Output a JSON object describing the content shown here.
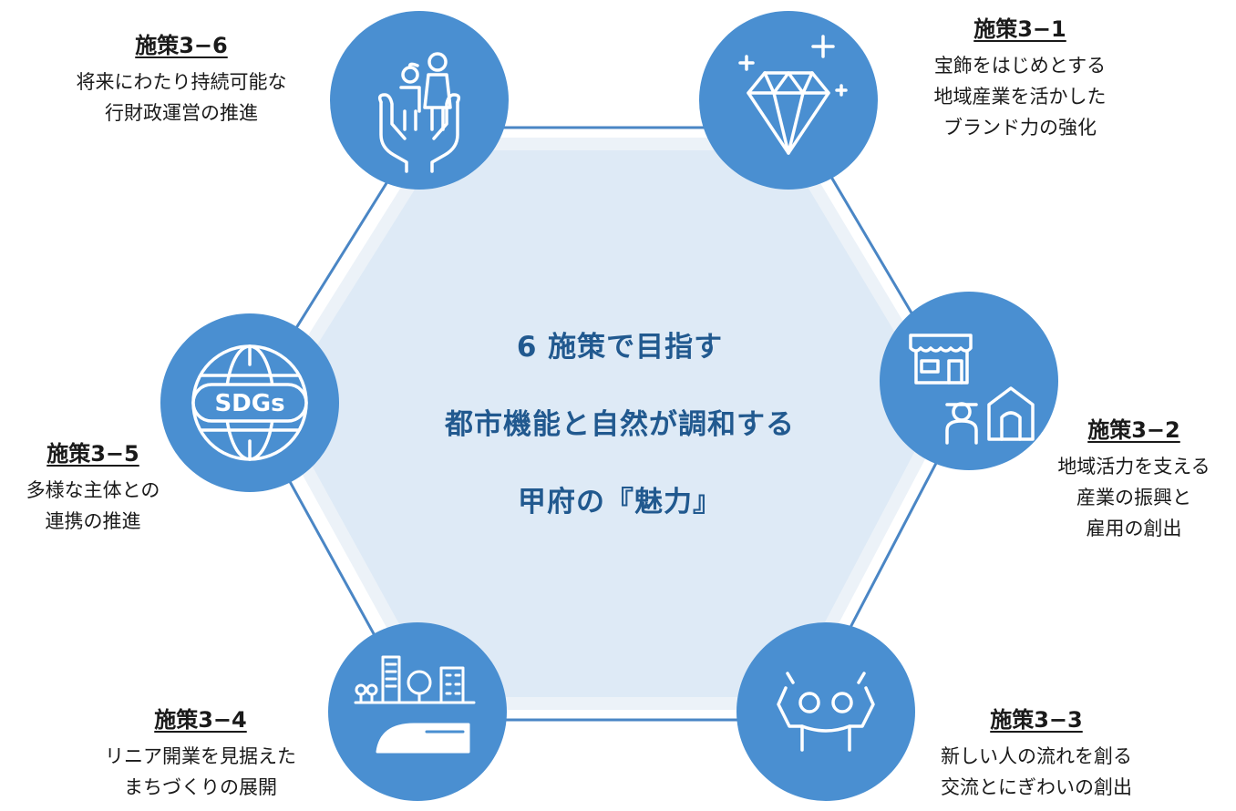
{
  "center": {
    "line1": "6 施策で目指す",
    "line2": "都市機能と自然が調和する",
    "line3": "甲府の『魅力』"
  },
  "policies": [
    {
      "title": "施策3−1",
      "lines": [
        "宝飾をはじめとする",
        "地域産業を活かした",
        "ブランド力の強化"
      ],
      "icon": "diamond-icon"
    },
    {
      "title": "施策3−2",
      "lines": [
        "地域活力を支える",
        "産業の振興と",
        "雇用の創出"
      ],
      "icon": "shop-farmer-icon"
    },
    {
      "title": "施策3−3",
      "lines": [
        "新しい人の流れを創る",
        "交流とにぎわいの創出"
      ],
      "icon": "people-cheering-icon"
    },
    {
      "title": "施策3−4",
      "lines": [
        "リニア開業を見据えた",
        "まちづくりの展開"
      ],
      "icon": "city-train-icon"
    },
    {
      "title": "施策3−5",
      "lines": [
        "多様な主体との",
        "連携の推進"
      ],
      "icon": "sdgs-globe-icon"
    },
    {
      "title": "施策3−6",
      "lines": [
        "将来にわたり持続可能な",
        "行財政運営の推進"
      ],
      "icon": "hands-family-icon"
    }
  ],
  "colors": {
    "circle": "#4a8fd1",
    "hexagon_fill": "#deeaf6",
    "hexagon_outline": "#4a86c5",
    "center_text": "#21598f"
  }
}
